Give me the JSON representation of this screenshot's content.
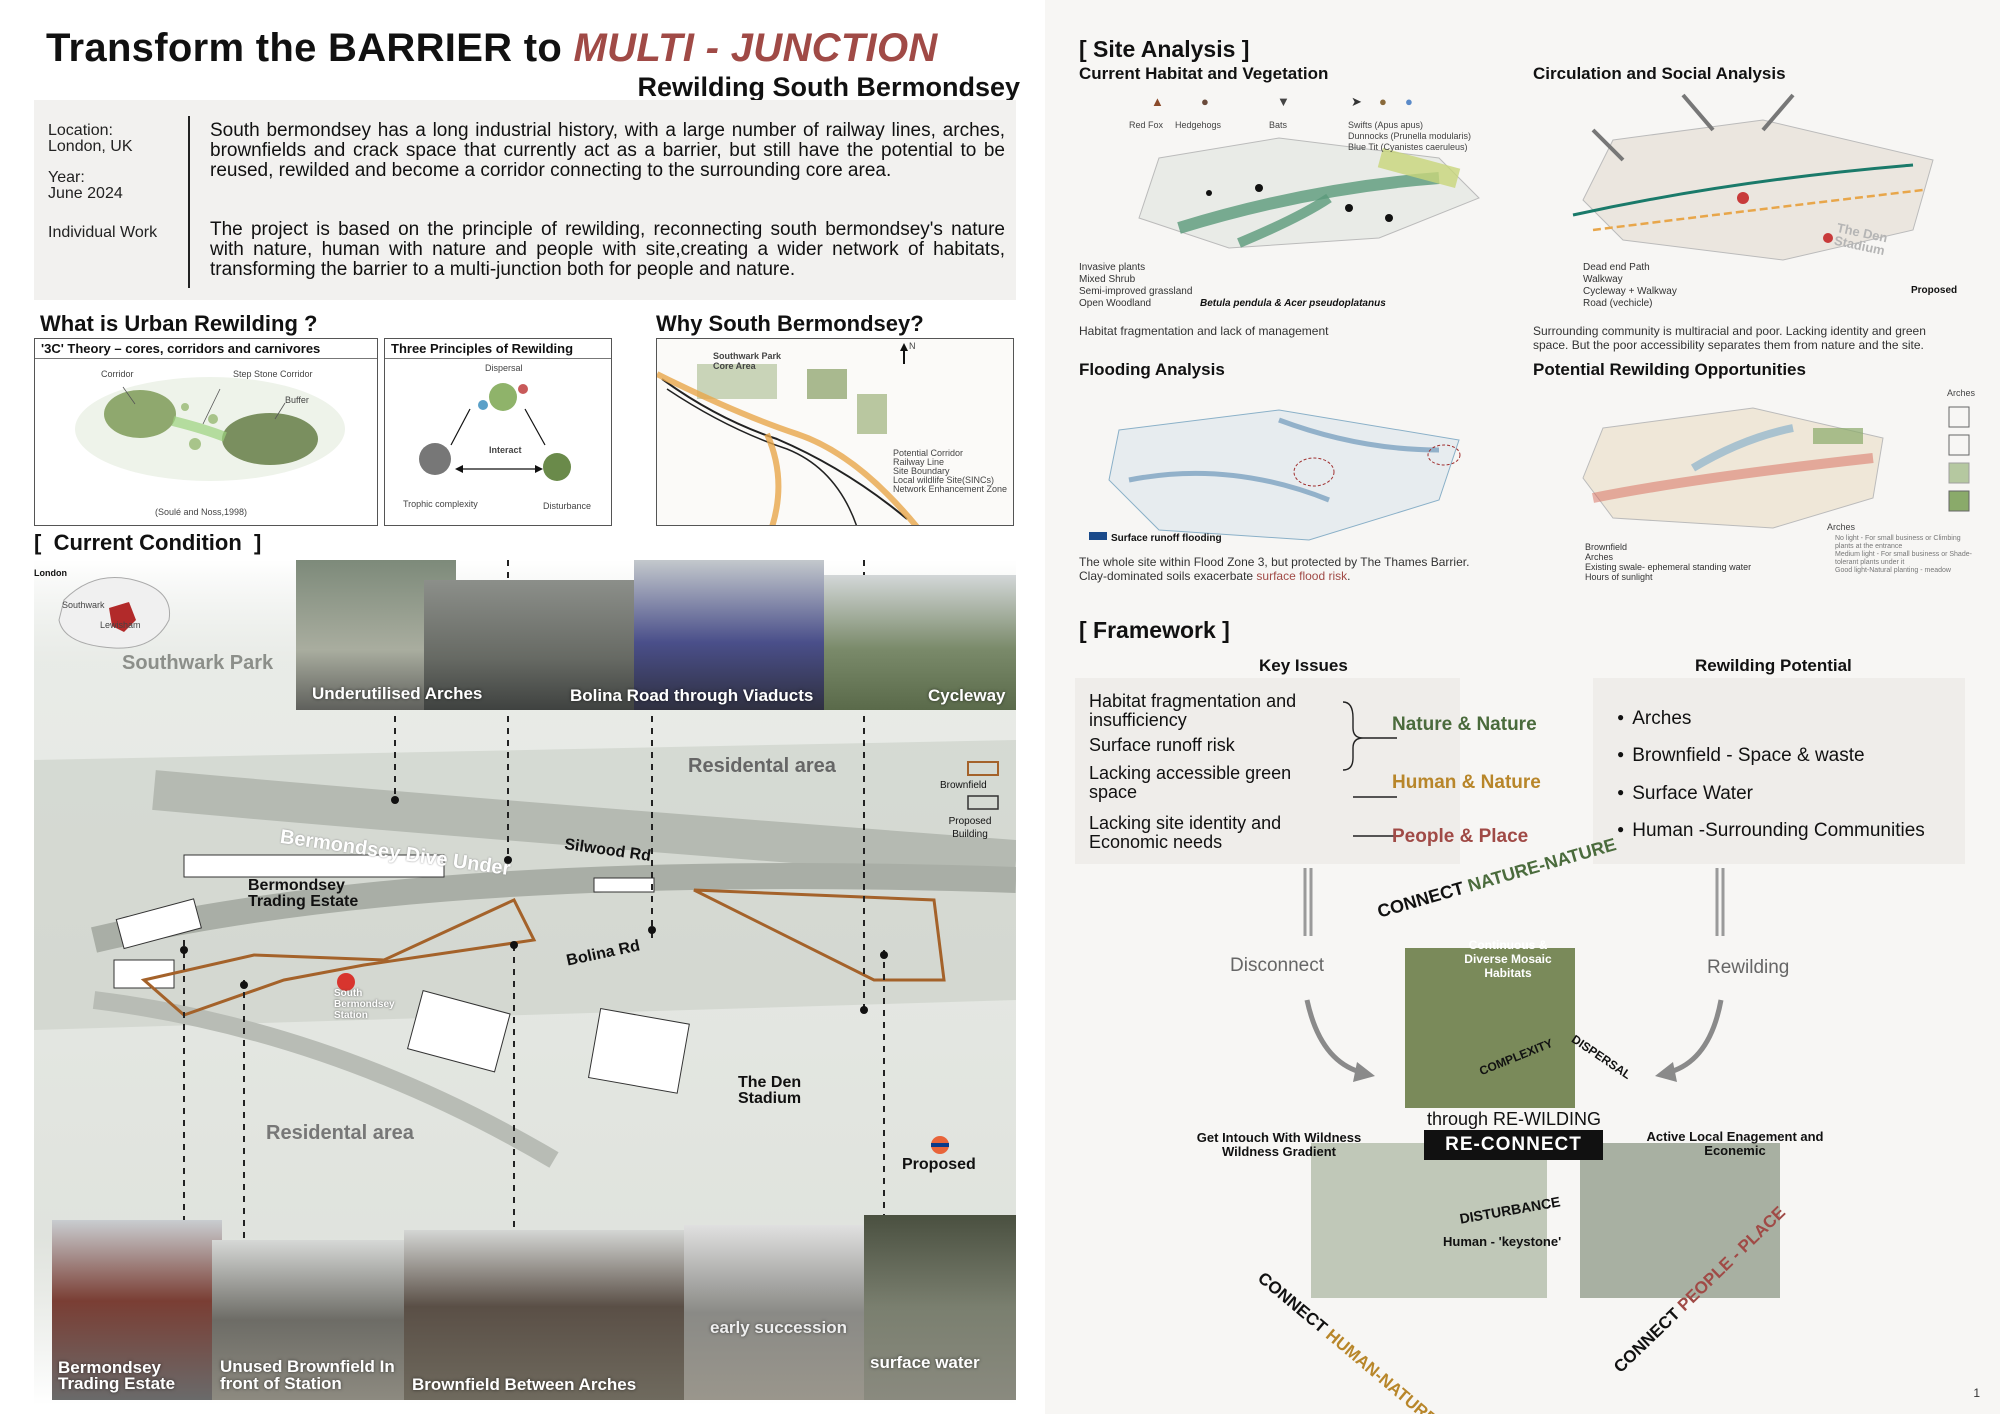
{
  "header": {
    "title_prefix": "Transform the BARRIER to ",
    "title_accent": "MULTI - JUNCTION",
    "subtitle": "Rewilding South Bermondsey"
  },
  "info": {
    "location_label": "Location:",
    "location_value": "London, UK",
    "year_label": "Year:",
    "year_value": "June 2024",
    "work_type": "Individual Work",
    "para1": "South bermondsey has a long industrial history, with a large number of railway lines, arches, brownfields and crack space that currently act as a barrier, but still have the potential to be reused, rewilded and become a corridor connecting to the surrounding core area.",
    "para2": "The project is based on the principle of rewilding, reconnecting south bermondsey's nature with nature, human with nature and people with site,creating a wider network of habitats, transforming the barrier to a multi-junction both for people and nature."
  },
  "urban_rewilding": {
    "heading": "What is Urban Rewilding ?",
    "box1": {
      "title": "'3C' Theory – cores, corridors and carnivores",
      "labels": [
        "Corridor",
        "Step Stone Corridor",
        "Buffer"
      ],
      "credit": "(Soulé and Noss,1998)"
    },
    "box2": {
      "title": "Three Principles of Rewilding",
      "labels": [
        "Dispersal",
        "Interact",
        "Trophic complexity",
        "Disturbance"
      ]
    }
  },
  "why": {
    "heading": "Why South Bermondsey?",
    "map_label": "Southwark Park\nCore Area",
    "north": "N",
    "legend": [
      "Potential Corridor",
      "Railway Line",
      "Site Boundary",
      "Local wildlife Site(SINCs)",
      "Network Enhancement Zone"
    ]
  },
  "current_condition": {
    "heading": "Current Condition",
    "bracket_open": "[",
    "bracket_close": "]",
    "inset": {
      "london": "London",
      "southwark": "Southwark",
      "lewisham": "Lewisham"
    },
    "top_photos": [
      "Underutilised Arches",
      "Bolina Road through Viaducts",
      "Cycleway"
    ],
    "bottom_photos": [
      "Bermondsey Trading Estate",
      "Unused Brownfield In front of Station",
      "Brownfield Between Arches",
      "early succession",
      "surface water"
    ],
    "map_labels": {
      "southwark_park": "Southwark Park",
      "residental_top": "Residental area",
      "dive_under": "Bermondsey Dive Under",
      "silwood": "Silwood Rd",
      "trading_estate": "Bermondsey Trading Estate",
      "bolina": "Bolina Rd",
      "station": "South Bermondsey Station",
      "den": "The Den Stadium",
      "residental_bottom": "Residental area",
      "proposed": "Proposed"
    },
    "legend": {
      "brownfield": "Brownfield",
      "proposed_building": "Proposed Building"
    }
  },
  "site_analysis": {
    "heading": "[ Site Analysis ]",
    "habitat": {
      "title": "Current Habitat and Vegetation",
      "species": [
        "Red Fox",
        "Hedgehogs",
        "Bats",
        "Swifts (Apus apus)",
        "Dunnocks (Prunella modularis)",
        "Blue Tit (Cyanistes caeruleus)"
      ],
      "legend": [
        "Invasive plants",
        "Mixed Shrub",
        "Semi-improved grassland",
        "Open Woodland"
      ],
      "trees": "Betula pendula & Acer pseudoplatanus",
      "caption": "Habitat fragmentation and lack of management"
    },
    "circulation": {
      "title": "Circulation and Social Analysis",
      "legend": [
        "Dead end Path",
        "Walkway",
        "Cycleway + Walkway",
        "Road (vechicle)"
      ],
      "proposed": "Proposed",
      "den": "The Den Stadium",
      "caption": "Surrounding community is multiracial and poor. Lacking identity and green space. But the poor accessibility separates them from nature and the site."
    },
    "flooding": {
      "title": "Flooding  Analysis",
      "legend": "Surface runoff flooding",
      "caption_pre": "The whole site within Flood Zone 3, but protected by The Thames Barrier. Clay-dominated soils exacerbate ",
      "caption_accent": "surface flood risk",
      "caption_post": "."
    },
    "opportunities": {
      "title": "Potential Rewilding Opportunities",
      "arches_top": "Arches",
      "legend": [
        "Brownfield",
        "Arches",
        "Existing swale- ephemeral standing water",
        "Hours of sunlight"
      ],
      "arches_label": "Arches",
      "arches_notes": [
        "No light - For small business or Climbing plants at the entrance",
        "Medium light - For small business or Shade-tolerant plants under it",
        "Good light-Natural planting - meadow"
      ]
    }
  },
  "framework": {
    "heading": "[ Framework ]",
    "key_issues_title": "Key Issues",
    "potential_title": "Rewilding Potential",
    "issues": [
      "Habitat fragmentation and insufficiency",
      "Surface runoff risk",
      "Lacking accessible green space",
      "Lacking site identity and Economic needs"
    ],
    "themes": [
      "Nature & Nature",
      "Human & Nature",
      "People & Place"
    ],
    "potentials": [
      "Arches",
      "Brownfield  - Space & waste",
      "Surface Water",
      "Human -Surrounding Communities"
    ],
    "disconnect": "Disconnect",
    "rewilding": "Rewilding",
    "arc_top_black": "CONNECT ",
    "arc_top_green": "NATURE-NATURE",
    "photo_top": "Continuous & Diverse Mosaic Habitats",
    "complexity": "COMPLEXITY",
    "dispersal": "DISPERSAL",
    "through": "through RE-WILDING",
    "reconnect": "RE-CONNECT",
    "left_title": "Get Intouch With Wildness Wildness Gradient",
    "right_title": "Active Local Enagement and Econemic",
    "disturbance": "DISTURBANCE",
    "keystone": "Human - 'keystone'",
    "arc_left_black": "CONNECT ",
    "arc_left_accent": "HUMAN-NATURE",
    "arc_right_black": "CONNECT ",
    "arc_right_accent": "PEOPLE - PLACE"
  },
  "page_number": "1",
  "colors": {
    "accent": "#a04a46",
    "green": "#4a6b3c",
    "gold": "#b8862a",
    "teal": "#3a8a7a"
  }
}
